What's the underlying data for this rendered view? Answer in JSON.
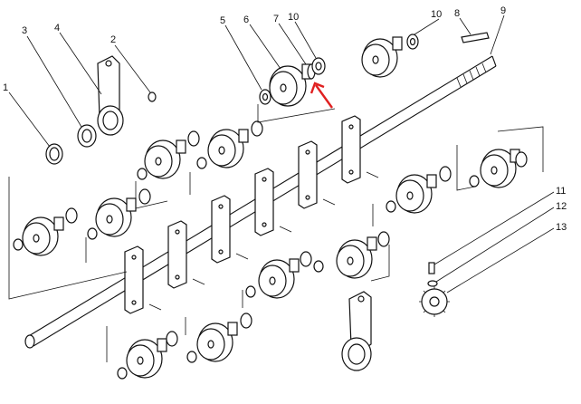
{
  "diagram": {
    "callouts": [
      "1",
      "2",
      "3",
      "4",
      "5",
      "6",
      "7",
      "8",
      "9",
      "10",
      "10",
      "11",
      "12",
      "13"
    ],
    "arrow_color": "#e02020",
    "line_color": "#111111"
  }
}
